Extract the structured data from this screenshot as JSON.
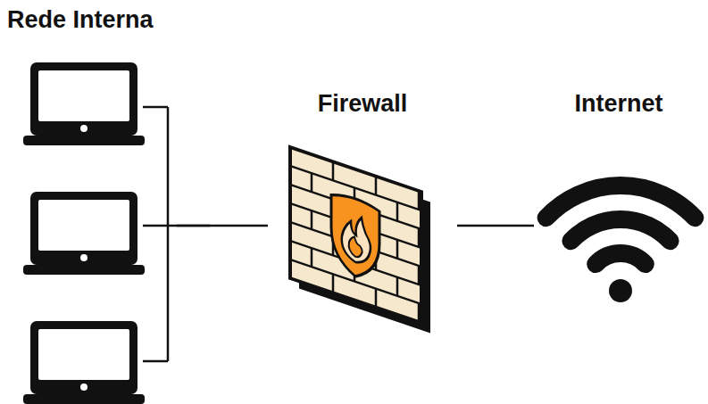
{
  "diagram": {
    "nodes": [
      {
        "text": [
          "Rede Interna"
        ]
      },
      {
        "text": [
          "Firewall"
        ]
      },
      {
        "text": [
          "Internet"
        ]
      }
    ],
    "edges": [
      {
        "from": 0,
        "to": 1,
        "arrow": "none"
      },
      {
        "from": 1,
        "to": 2,
        "arrow": "none"
      }
    ]
  }
}
